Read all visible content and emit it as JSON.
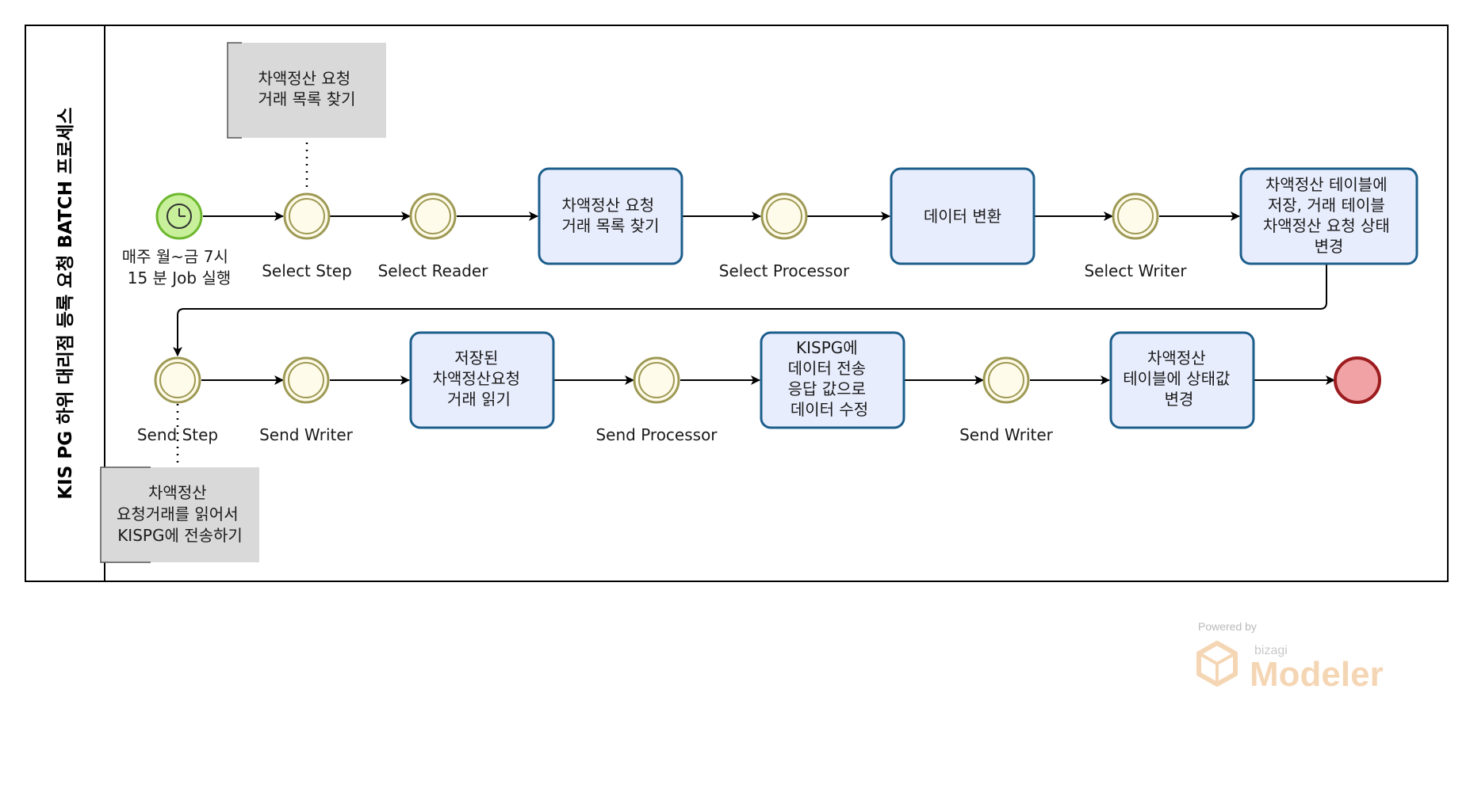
{
  "pool": {
    "title": "KIS PG 하위 대리점 등록 요청 BATCH 프로세스"
  },
  "start_event": {
    "label_lines": [
      "매주 월~금 7시",
      "15 분 Job 실행"
    ]
  },
  "events": {
    "select_step": "Select Step",
    "select_reader": "Select Reader",
    "select_processor": "Select Processor",
    "select_writer": "Select Writer",
    "send_step": "Send Step",
    "send_writer_1": "Send Writer",
    "send_processor": "Send Processor",
    "send_writer_2": "Send Writer"
  },
  "tasks": {
    "find_requests": [
      "차액정산 요청",
      "거래 목록 찾기"
    ],
    "convert_data": [
      "데이터 변환"
    ],
    "save_update": [
      "차액정산 테이블에",
      "저장, 거래 테이블",
      "차액정산 요청 상태",
      "변경"
    ],
    "read_saved": [
      "저장된",
      "차액정산요청",
      "거래 읽기"
    ],
    "send_kispg": [
      "KISPG에",
      "데이터 전송",
      "응답 값으로",
      "데이터 수정"
    ],
    "update_status": [
      "차액정산",
      "테이블에 상태값",
      "변경"
    ]
  },
  "annotations": {
    "select_step_note": [
      "차액정산 요청",
      "거래 목록 찾기"
    ],
    "send_step_note": [
      "차액정산",
      "요청거래를 읽어서",
      "KISPG에 전송하기"
    ]
  },
  "watermark": {
    "powered_by": "Powered by",
    "vendor": "bizagi",
    "product": "Modeler"
  },
  "colors": {
    "task_fill": "#e8edfd",
    "task_stroke": "#1c5e8c",
    "event_fill": "#fffbea",
    "event_stroke": "#9e9a55",
    "start_fill": "#c8f09a",
    "start_stroke": "#6db82e",
    "end_fill": "#f0a2a5",
    "end_stroke": "#9c1c1f",
    "annotation_fill": "#d9d9d9"
  }
}
